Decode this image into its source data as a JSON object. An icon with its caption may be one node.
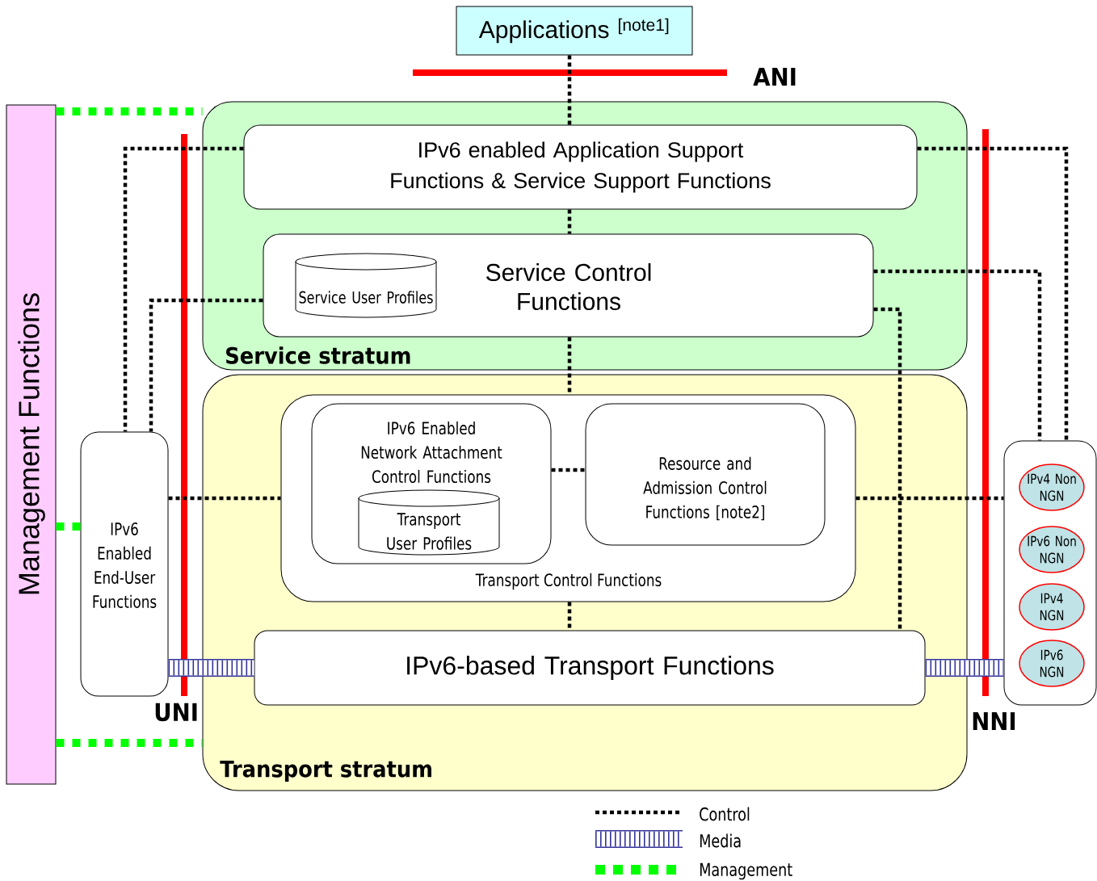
{
  "diagram": {
    "nodes": [
      {
        "text": [
          "Applications $^{[note1]}$"
        ]
      },
      {
        "text": [
          "Management Functions"
        ]
      },
      {
        "text": [
          "Service stratum"
        ]
      },
      {
        "text": [
          "IPv6 enabled Application Support Functions & Service Support Functions"
        ],
        "in": 2
      },
      {
        "text": [
          "Service Control Functions"
        ],
        "in": 2
      },
      {
        "text": [
          "Service User Profiles"
        ],
        "in": 4
      },
      {
        "text": [
          "Transport stratum"
        ]
      },
      {
        "text": [
          "Transport Control Functions"
        ],
        "in": 6
      },
      {
        "text": [
          "IPv6 Enabled Network Attachment Control Functions"
        ],
        "in": 7
      },
      {
        "text": [
          "Transport User Profiles"
        ],
        "in": 8
      },
      {
        "text": [
          "Resource and Admission Control Functions [note2]"
        ],
        "in": 7
      },
      {
        "text": [
          "IPv6-based Transport  Functions"
        ],
        "in": 6
      },
      {
        "text": [
          "IPv6 Enabled End-User Functions"
        ]
      },
      {
        "text": [],
        "shape": "box"
      },
      {
        "text": [
          "IPv4 Non NGN"
        ],
        "in": 13
      },
      {
        "text": [
          "IPv6 Non NGN"
        ],
        "in": 13
      },
      {
        "text": [
          "IPv4 NGN"
        ],
        "in": 13
      },
      {
        "text": [
          "IPv6 NGN"
        ],
        "in": 13
      }
    ],
    "edges": [
      {
        "from": 0,
        "to": 3,
        "arrow": "none",
        "style": "dashed"
      },
      {
        "from": 3,
        "to": 4,
        "arrow": "none",
        "style": "dashed"
      },
      {
        "from": 4,
        "to": 7,
        "arrow": "none",
        "style": "dashed"
      },
      {
        "from": 7,
        "to": 11,
        "arrow": "none",
        "style": "dashed"
      },
      {
        "from": 8,
        "to": 10,
        "arrow": "none",
        "style": "dashed"
      },
      {
        "from": 3,
        "to": 12,
        "arrow": "none",
        "style": "dashed"
      },
      {
        "from": 4,
        "to": 12,
        "arrow": "none",
        "style": "dashed"
      },
      {
        "from": 12,
        "to": 7,
        "arrow": "none",
        "style": "dashed"
      },
      {
        "from": 7,
        "to": 13,
        "arrow": "none",
        "style": "dashed"
      },
      {
        "from": 3,
        "to": 13,
        "arrow": "none",
        "style": "dashed"
      },
      {
        "from": 4,
        "to": 13,
        "arrow": "none",
        "style": "dashed"
      },
      {
        "from": 4,
        "to": 11,
        "arrow": "none",
        "style": "dashed"
      },
      {
        "from": 12,
        "to": 11,
        "arrow": "none",
        "style": "thick",
        "color": "#333399"
      },
      {
        "from": 11,
        "to": 13,
        "arrow": "none",
        "style": "thick",
        "color": "#333399"
      },
      {
        "from": 1,
        "to": 2,
        "arrow": "none",
        "style": "dashed",
        "color": "#00ff00"
      },
      {
        "from": 1,
        "to": 12,
        "arrow": "none",
        "style": "dashed",
        "color": "#00ff00"
      },
      {
        "from": 1,
        "to": 6,
        "arrow": "none",
        "style": "dashed",
        "color": "#00ff00"
      }
    ],
    "labels": [
      "ANI",
      "UNI",
      "NNI"
    ],
    "legend": [
      {
        "text": "Control"
      },
      {
        "text": "Media"
      },
      {
        "text": "Management"
      }
    ]
  }
}
